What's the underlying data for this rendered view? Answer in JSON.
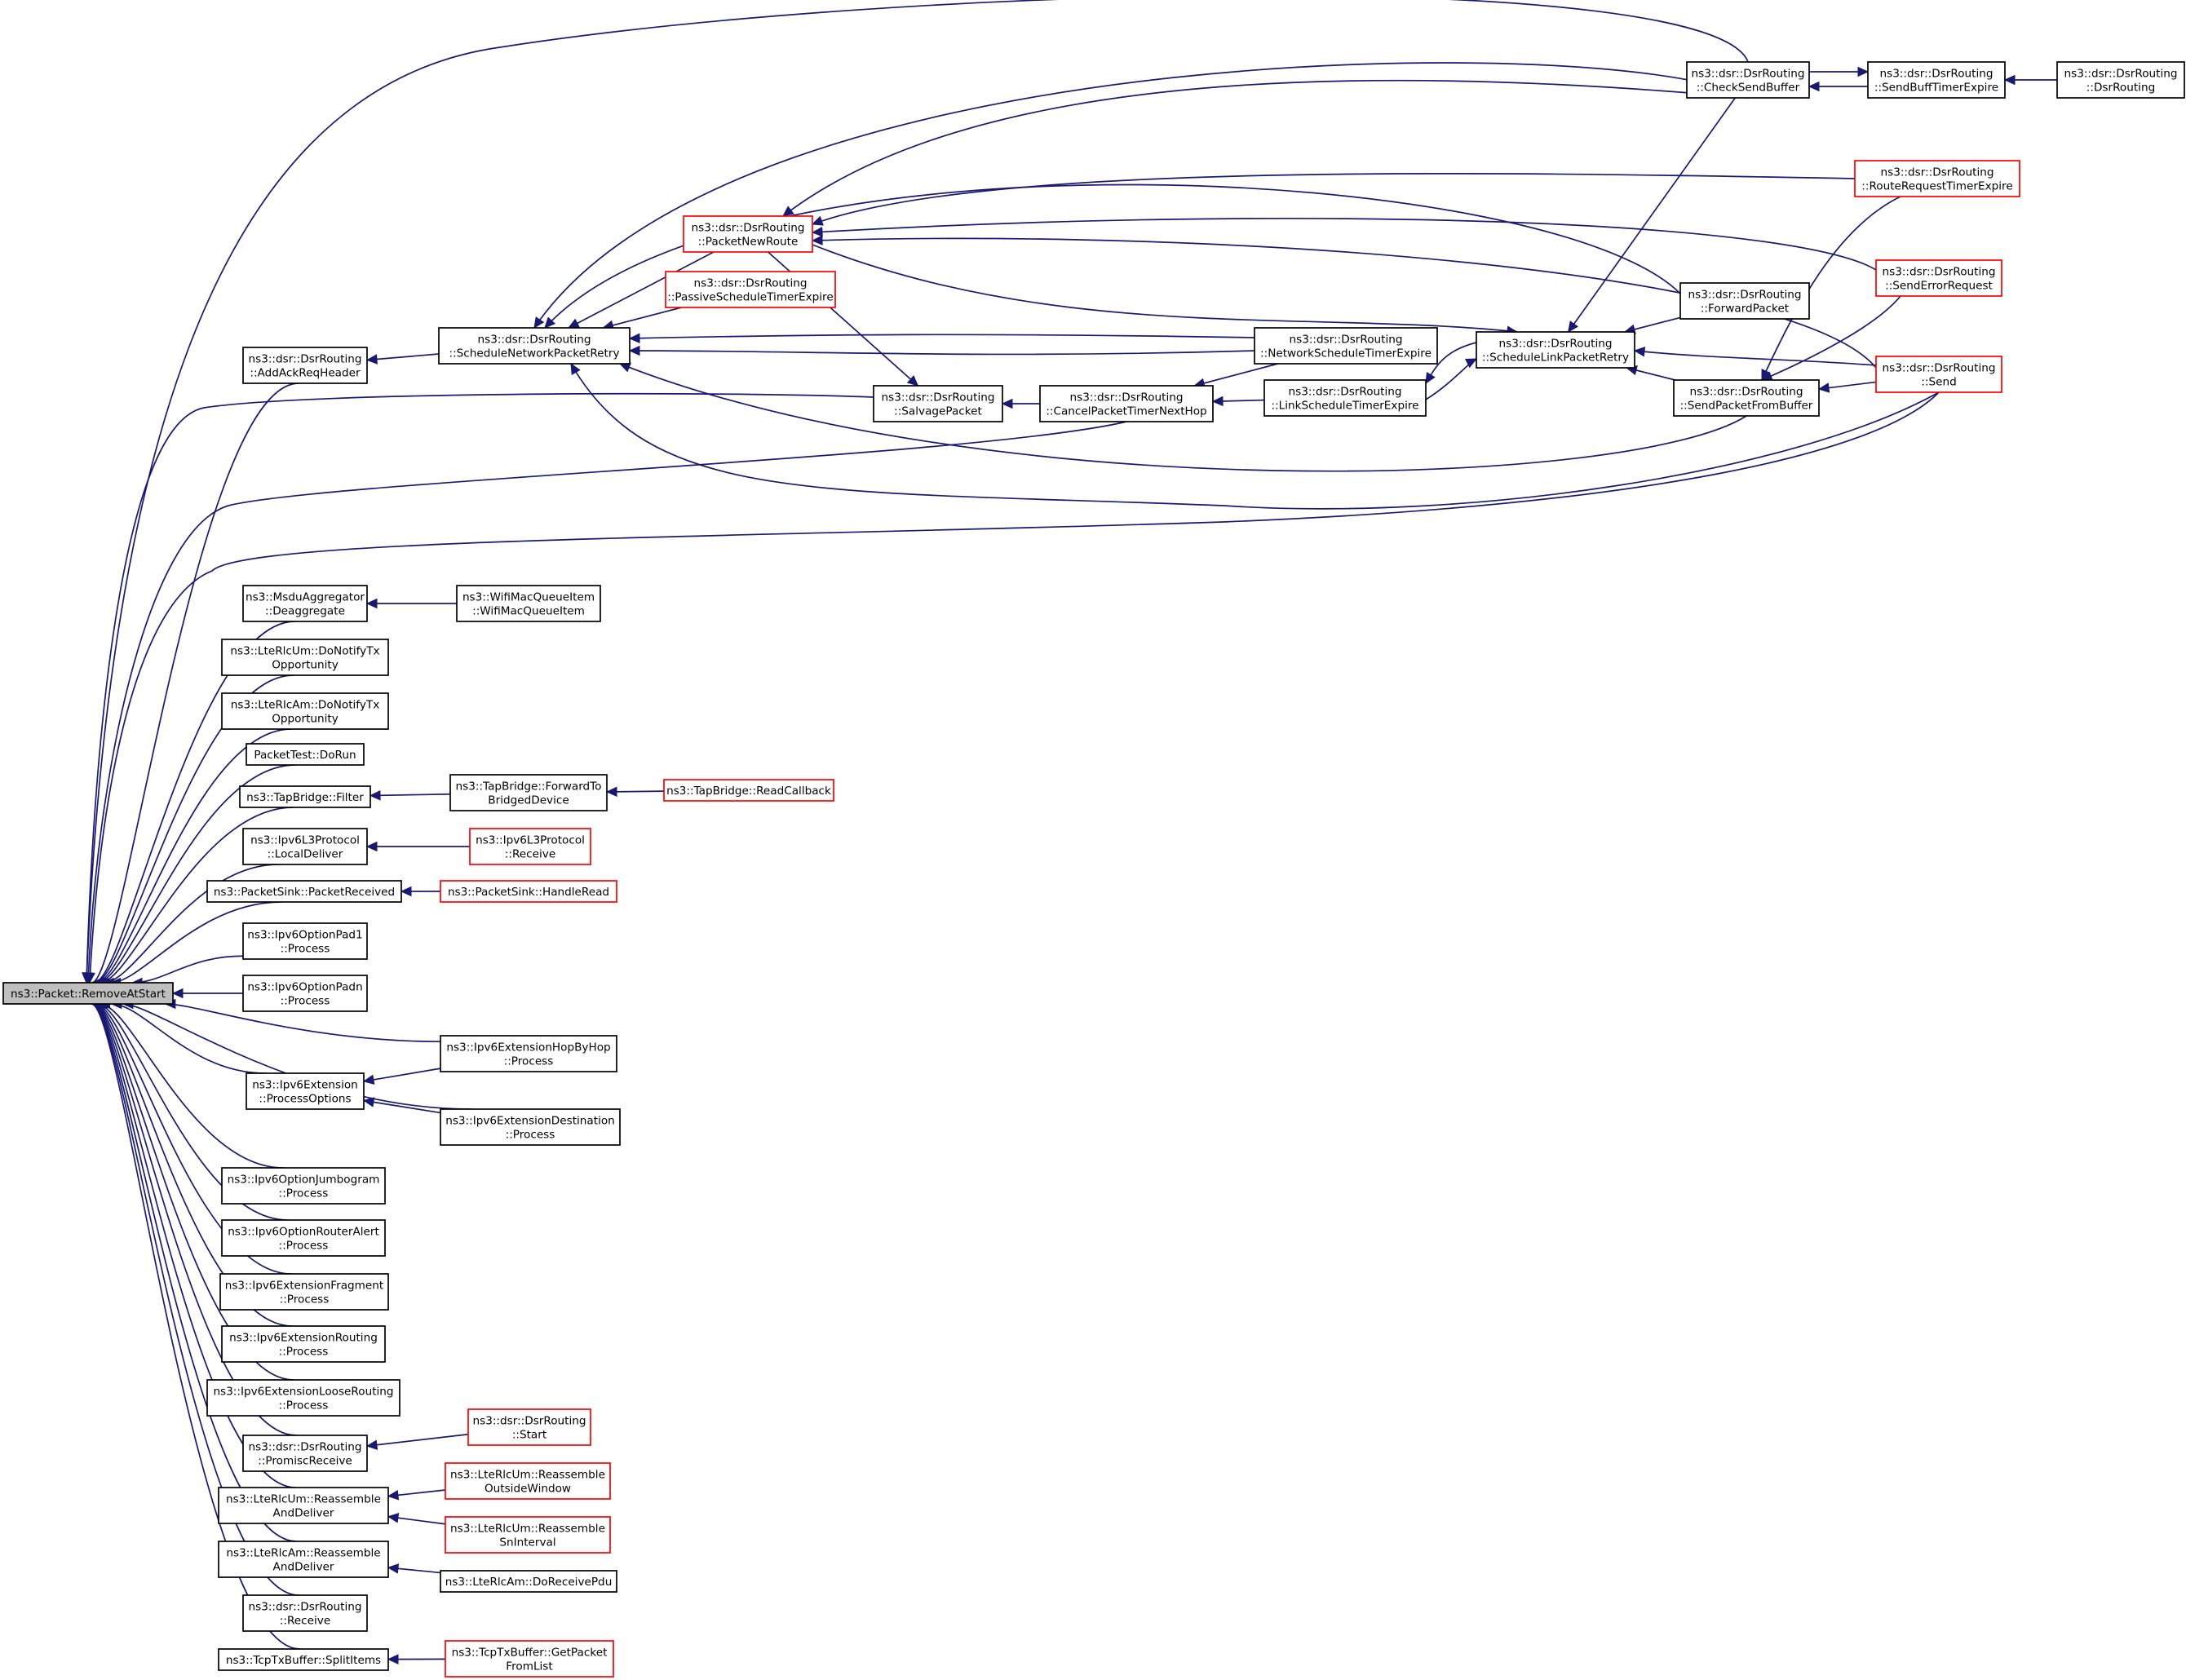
{
  "colors": {
    "edge": "#191970",
    "node_border": "#000000",
    "node_border_truncated": "#ff0000",
    "root_fill": "#bfbfbf",
    "node_fill": "#ffffff"
  },
  "nodes": {
    "root": {
      "lines": [
        "ns3::Packet::RemoveAtStart"
      ],
      "red": false,
      "root": true
    },
    "addAckReqHeader": {
      "lines": [
        "ns3::dsr::DsrRouting",
        "::AddAckReqHeader"
      ],
      "red": false
    },
    "scheduleNetworkPacketRetry": {
      "lines": [
        "ns3::dsr::DsrRouting",
        "::ScheduleNetworkPacketRetry"
      ],
      "red": false
    },
    "packetNewRoute": {
      "lines": [
        "ns3::dsr::DsrRouting",
        "::PacketNewRoute"
      ],
      "red": true
    },
    "passiveScheduleTimerExpire": {
      "lines": [
        "ns3::dsr::DsrRouting",
        "::PassiveScheduleTimerExpire"
      ],
      "red": true
    },
    "salvagePacket": {
      "lines": [
        "ns3::dsr::DsrRouting",
        "::SalvagePacket"
      ],
      "red": false
    },
    "cancelPacketTimerNextHop": {
      "lines": [
        "ns3::dsr::DsrRouting",
        "::CancelPacketTimerNextHop"
      ],
      "red": false
    },
    "networkScheduleTimerExpire": {
      "lines": [
        "ns3::dsr::DsrRouting",
        "::NetworkScheduleTimerExpire"
      ],
      "red": false
    },
    "linkScheduleTimerExpire": {
      "lines": [
        "ns3::dsr::DsrRouting",
        "::LinkScheduleTimerExpire"
      ],
      "red": false
    },
    "scheduleLinkPacketRetry": {
      "lines": [
        "ns3::dsr::DsrRouting",
        "::ScheduleLinkPacketRetry"
      ],
      "red": false
    },
    "forwardPacket": {
      "lines": [
        "ns3::dsr::DsrRouting",
        "::ForwardPacket"
      ],
      "red": false
    },
    "sendPacketFromBuffer": {
      "lines": [
        "ns3::dsr::DsrRouting",
        "::SendPacketFromBuffer"
      ],
      "red": false
    },
    "checkSendBuffer": {
      "lines": [
        "ns3::dsr::DsrRouting",
        "::CheckSendBuffer"
      ],
      "red": false
    },
    "sendBuffTimerExpire": {
      "lines": [
        "ns3::dsr::DsrRouting",
        "::SendBuffTimerExpire"
      ],
      "red": false
    },
    "dsrRoutingCtor": {
      "lines": [
        "ns3::dsr::DsrRouting",
        "::DsrRouting"
      ],
      "red": false
    },
    "routeRequestTimerExpire": {
      "lines": [
        "ns3::dsr::DsrRouting",
        "::RouteRequestTimerExpire"
      ],
      "red": true
    },
    "sendErrorRequest": {
      "lines": [
        "ns3::dsr::DsrRouting",
        "::SendErrorRequest"
      ],
      "red": true
    },
    "send": {
      "lines": [
        "ns3::dsr::DsrRouting",
        "::Send"
      ],
      "red": true
    },
    "msduDeaggregate": {
      "lines": [
        "ns3::MsduAggregator",
        "::Deaggregate"
      ],
      "red": false
    },
    "wifiMacQueueItem": {
      "lines": [
        "ns3::WifiMacQueueItem",
        "::WifiMacQueueItem"
      ],
      "red": false
    },
    "lteRlcUmTx": {
      "lines": [
        "ns3::LteRlcUm::DoNotifyTx",
        "Opportunity"
      ],
      "red": false
    },
    "lteRlcAmTx": {
      "lines": [
        "ns3::LteRlcAm::DoNotifyTx",
        "Opportunity"
      ],
      "red": false
    },
    "packetTestDoRun": {
      "lines": [
        "PacketTest::DoRun"
      ],
      "red": false
    },
    "tapBridgeFilter": {
      "lines": [
        "ns3::TapBridge::Filter"
      ],
      "red": false
    },
    "tapBridgeForward": {
      "lines": [
        "ns3::TapBridge::ForwardTo",
        "BridgedDevice"
      ],
      "red": false
    },
    "tapBridgeRead": {
      "lines": [
        "ns3::TapBridge::ReadCallback"
      ],
      "red": true
    },
    "ipv6L3LocalDeliver": {
      "lines": [
        "ns3::Ipv6L3Protocol",
        "::LocalDeliver"
      ],
      "red": false
    },
    "ipv6L3Receive": {
      "lines": [
        "ns3::Ipv6L3Protocol",
        "::Receive"
      ],
      "red": true
    },
    "packetSinkReceived": {
      "lines": [
        "ns3::PacketSink::PacketReceived"
      ],
      "red": false
    },
    "packetSinkHandleRead": {
      "lines": [
        "ns3::PacketSink::HandleRead"
      ],
      "red": true
    },
    "pad1": {
      "lines": [
        "ns3::Ipv6OptionPad1",
        "::Process"
      ],
      "red": false
    },
    "padn": {
      "lines": [
        "ns3::Ipv6OptionPadn",
        "::Process"
      ],
      "red": false
    },
    "hopByHop": {
      "lines": [
        "ns3::Ipv6ExtensionHopByHop",
        "::Process"
      ],
      "red": false
    },
    "processOptions": {
      "lines": [
        "ns3::Ipv6Extension",
        "::ProcessOptions"
      ],
      "red": false
    },
    "extDestination": {
      "lines": [
        "ns3::Ipv6ExtensionDestination",
        "::Process"
      ],
      "red": false
    },
    "jumbogram": {
      "lines": [
        "ns3::Ipv6OptionJumbogram",
        "::Process"
      ],
      "red": false
    },
    "routerAlert": {
      "lines": [
        "ns3::Ipv6OptionRouterAlert",
        "::Process"
      ],
      "red": false
    },
    "extFragment": {
      "lines": [
        "ns3::Ipv6ExtensionFragment",
        "::Process"
      ],
      "red": false
    },
    "extRouting": {
      "lines": [
        "ns3::Ipv6ExtensionRouting",
        "::Process"
      ],
      "red": false
    },
    "extLooseRouting": {
      "lines": [
        "ns3::Ipv6ExtensionLooseRouting",
        "::Process"
      ],
      "red": false
    },
    "promiscReceive": {
      "lines": [
        "ns3::dsr::DsrRouting",
        "::PromiscReceive"
      ],
      "red": false
    },
    "dsrStart": {
      "lines": [
        "ns3::dsr::DsrRouting",
        "::Start"
      ],
      "red": true
    },
    "lteRlcUmReassemble": {
      "lines": [
        "ns3::LteRlcUm::Reassemble",
        "AndDeliver"
      ],
      "red": false
    },
    "lteRlcUmOutside": {
      "lines": [
        "ns3::LteRlcUm::Reassemble",
        "OutsideWindow"
      ],
      "red": true
    },
    "lteRlcUmSn": {
      "lines": [
        "ns3::LteRlcUm::Reassemble",
        "SnInterval"
      ],
      "red": true
    },
    "lteRlcAmReassemble": {
      "lines": [
        "ns3::LteRlcAm::Reassemble",
        "AndDeliver"
      ],
      "red": false
    },
    "lteRlcAmReceivePdu": {
      "lines": [
        "ns3::LteRlcAm::DoReceivePdu"
      ],
      "red": false
    },
    "dsrReceive": {
      "lines": [
        "ns3::dsr::DsrRouting",
        "::Receive"
      ],
      "red": false
    },
    "tcpSplitItems": {
      "lines": [
        "ns3::TcpTxBuffer::SplitItems"
      ],
      "red": false
    },
    "tcpGetPacket": {
      "lines": [
        "ns3::TcpTxBuffer::GetPacket",
        "FromList"
      ],
      "red": true
    }
  },
  "edges": [
    [
      "checkSendBuffer",
      "root"
    ],
    [
      "addAckReqHeader",
      "root"
    ],
    [
      "salvagePacket",
      "root"
    ],
    [
      "cancelPacketTimerNextHop",
      "root"
    ],
    [
      "send",
      "root"
    ],
    [
      "msduDeaggregate",
      "root"
    ],
    [
      "lteRlcUmTx",
      "root"
    ],
    [
      "lteRlcAmTx",
      "root"
    ],
    [
      "packetTestDoRun",
      "root"
    ],
    [
      "tapBridgeFilter",
      "root"
    ],
    [
      "ipv6L3LocalDeliver",
      "root"
    ],
    [
      "packetSinkReceived",
      "root"
    ],
    [
      "pad1",
      "root"
    ],
    [
      "padn",
      "root"
    ],
    [
      "hopByHop",
      "root"
    ],
    [
      "processOptions",
      "root"
    ],
    [
      "extDestination",
      "root"
    ],
    [
      "jumbogram",
      "root"
    ],
    [
      "routerAlert",
      "root"
    ],
    [
      "extFragment",
      "root"
    ],
    [
      "extRouting",
      "root"
    ],
    [
      "extLooseRouting",
      "root"
    ],
    [
      "promiscReceive",
      "root"
    ],
    [
      "lteRlcUmReassemble",
      "root"
    ],
    [
      "lteRlcAmReassemble",
      "root"
    ],
    [
      "dsrReceive",
      "root"
    ],
    [
      "tcpSplitItems",
      "root"
    ],
    [
      "scheduleNetworkPacketRetry",
      "addAckReqHeader"
    ],
    [
      "checkSendBuffer",
      "scheduleNetworkPacketRetry"
    ],
    [
      "forwardPacket",
      "scheduleNetworkPacketRetry"
    ],
    [
      "packetNewRoute",
      "scheduleNetworkPacketRetry"
    ],
    [
      "passiveScheduleTimerExpire",
      "scheduleNetworkPacketRetry"
    ],
    [
      "networkScheduleTimerExpire",
      "scheduleNetworkPacketRetry"
    ],
    [
      "sendPacketFromBuffer",
      "scheduleNetworkPacketRetry"
    ],
    [
      "send",
      "scheduleNetworkPacketRetry"
    ],
    [
      "scheduleNetworkPacketRetry",
      "networkScheduleTimerExpire"
    ],
    [
      "checkSendBuffer",
      "packetNewRoute"
    ],
    [
      "routeRequestTimerExpire",
      "packetNewRoute"
    ],
    [
      "sendErrorRequest",
      "packetNewRoute"
    ],
    [
      "send",
      "packetNewRoute"
    ],
    [
      "packetNewRoute",
      "salvagePacket"
    ],
    [
      "packetNewRoute",
      "scheduleLinkPacketRetry"
    ],
    [
      "cancelPacketTimerNextHop",
      "salvagePacket"
    ],
    [
      "networkScheduleTimerExpire",
      "cancelPacketTimerNextHop"
    ],
    [
      "linkScheduleTimerExpire",
      "cancelPacketTimerNextHop"
    ],
    [
      "scheduleLinkPacketRetry",
      "linkScheduleTimerExpire"
    ],
    [
      "linkScheduleTimerExpire",
      "scheduleLinkPacketRetry"
    ],
    [
      "checkSendBuffer",
      "scheduleLinkPacketRetry"
    ],
    [
      "forwardPacket",
      "scheduleLinkPacketRetry"
    ],
    [
      "sendPacketFromBuffer",
      "scheduleLinkPacketRetry"
    ],
    [
      "send",
      "scheduleLinkPacketRetry"
    ],
    [
      "sendBuffTimerExpire",
      "checkSendBuffer"
    ],
    [
      "checkSendBuffer",
      "sendBuffTimerExpire"
    ],
    [
      "dsrRoutingCtor",
      "sendBuffTimerExpire"
    ],
    [
      "routeRequestTimerExpire",
      "sendPacketFromBuffer"
    ],
    [
      "sendErrorRequest",
      "sendPacketFromBuffer"
    ],
    [
      "send",
      "sendPacketFromBuffer"
    ],
    [
      "wifiMacQueueItem",
      "msduDeaggregate"
    ],
    [
      "tapBridgeForward",
      "tapBridgeFilter"
    ],
    [
      "tapBridgeRead",
      "tapBridgeForward"
    ],
    [
      "ipv6L3Receive",
      "ipv6L3LocalDeliver"
    ],
    [
      "packetSinkHandleRead",
      "packetSinkReceived"
    ],
    [
      "hopByHop",
      "processOptions"
    ],
    [
      "extDestination",
      "processOptions"
    ],
    [
      "dsrStart",
      "promiscReceive"
    ],
    [
      "lteRlcUmOutside",
      "lteRlcUmReassemble"
    ],
    [
      "lteRlcUmSn",
      "lteRlcUmReassemble"
    ],
    [
      "lteRlcAmReceivePdu",
      "lteRlcAmReassemble"
    ],
    [
      "tcpGetPacket",
      "tcpSplitItems"
    ]
  ]
}
